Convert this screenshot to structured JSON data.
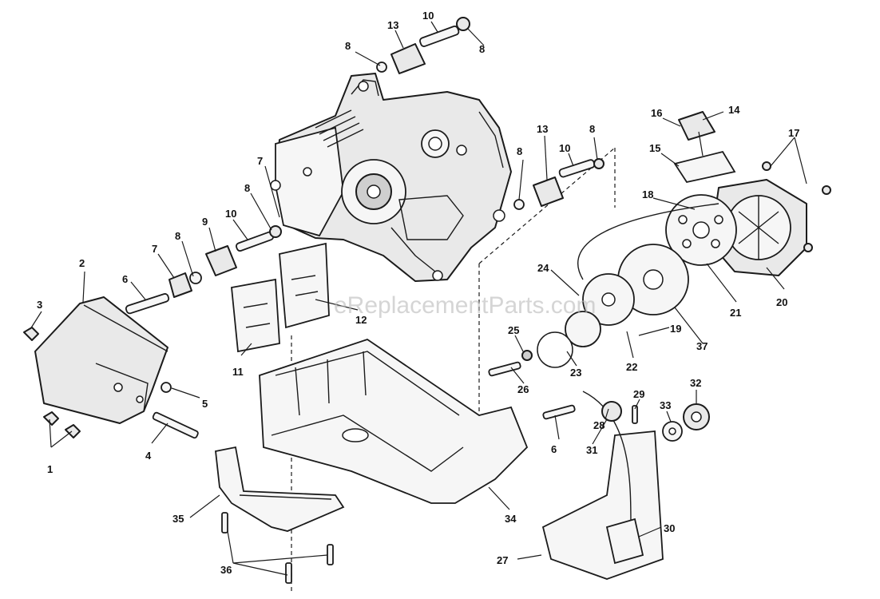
{
  "watermark": "eReplacementParts.com",
  "colors": {
    "ink": "#1b1b1b",
    "fill": "#e9e9e9",
    "watermark": "#b9b9b9"
  },
  "callouts": {
    "c1": "1",
    "c2": "2",
    "c3": "3",
    "c4": "4",
    "c5": "5",
    "c6a": "6",
    "c6b": "6",
    "c7a": "7",
    "c7b": "7",
    "c8a": "8",
    "c8b": "8",
    "c8c": "8",
    "c8d": "8",
    "c8e": "8",
    "c8f": "8",
    "c9": "9",
    "c10a": "10",
    "c10b": "10",
    "c10c": "10",
    "c11": "11",
    "c12": "12",
    "c13a": "13",
    "c13b": "13",
    "c14": "14",
    "c15": "15",
    "c16": "16",
    "c17": "17",
    "c18": "18",
    "c19": "19",
    "c20": "20",
    "c21": "21",
    "c22": "22",
    "c23": "23",
    "c24": "24",
    "c25": "25",
    "c26": "26",
    "c27": "27",
    "c28": "28",
    "c29": "29",
    "c30": "30",
    "c31": "31",
    "c32": "32",
    "c33": "33",
    "c34": "34",
    "c35": "35",
    "c36": "36",
    "c37": "37"
  }
}
